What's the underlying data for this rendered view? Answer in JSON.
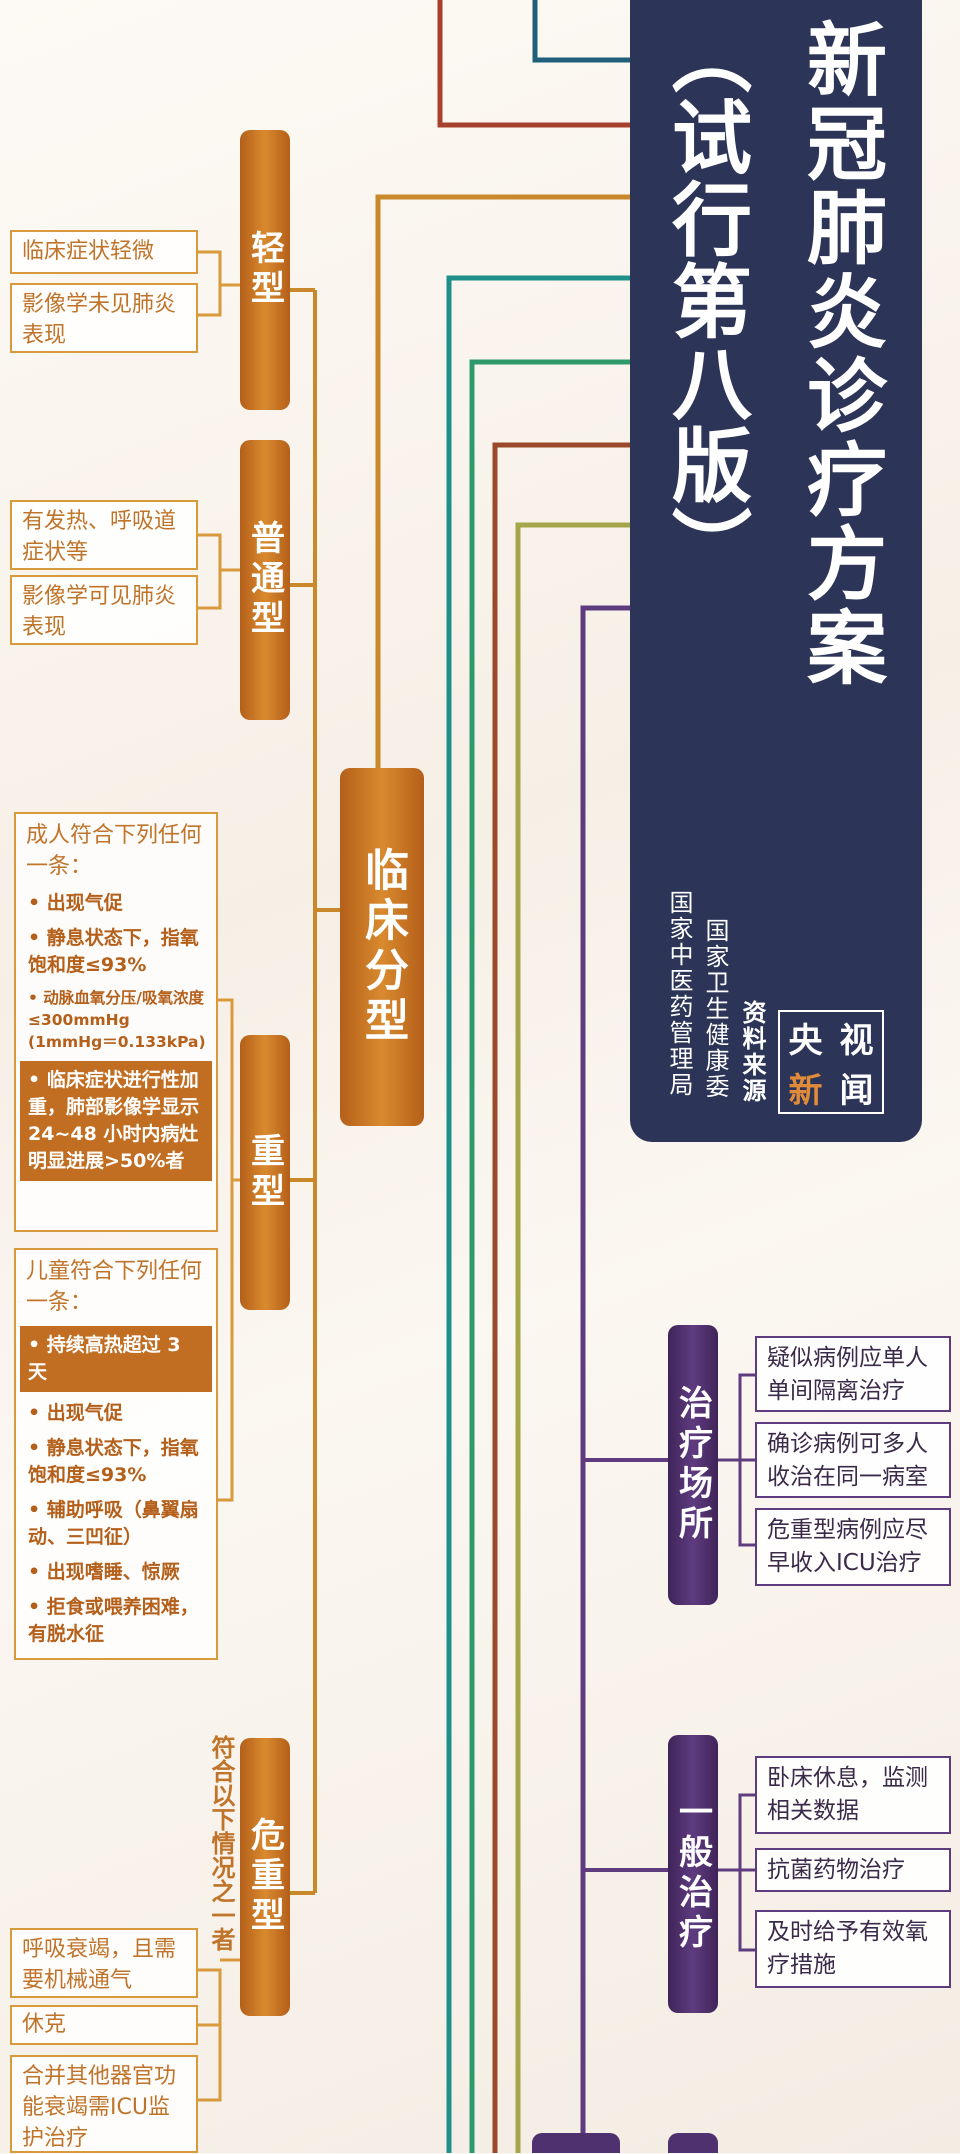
{
  "header": {
    "title": "新冠肺炎诊疗方案",
    "subtitle": "（试行第八版）",
    "source_label": "资料来源",
    "sources": [
      "国家卫生健康委",
      "国家中医药管理局"
    ],
    "logo": [
      "央",
      "视",
      "新",
      "闻"
    ]
  },
  "clinical": {
    "label": "临床分型",
    "mild": {
      "label": "轻型",
      "items": [
        "临床症状轻微",
        "影像学未见肺炎表现"
      ]
    },
    "common": {
      "label": "普通型",
      "items": [
        "有发热、呼吸道症状等",
        "影像学可见肺炎表现"
      ]
    },
    "severe": {
      "label": "重型",
      "adult_title": "成人符合下列任何一条：",
      "adult_items": [
        "• 出现气促",
        "• 静息状态下，指氧饱和度≤93%",
        "• 动脉血氧分压/吸氧浓度≤300mmHg (1mmHg＝0.133kPa)",
        "• 临床症状进行性加重，肺部影像学显示 24~48 小时内病灶明显进展>50%者"
      ],
      "child_title": "儿童符合下列任何一条：",
      "child_items": [
        "• 持续高热超过 3 天",
        "• 出现气促",
        "• 静息状态下，指氧饱和度≤93%",
        "• 辅助呼吸（鼻翼扇动、三凹征）",
        "• 出现嗜睡、惊厥",
        "• 拒食或喂养困难，有脱水征"
      ]
    },
    "critical": {
      "label": "危重型",
      "condition": "符合以下情况之一者",
      "items": [
        "呼吸衰竭，且需要机械通气",
        "休克",
        "合并其他器官功能衰竭需ICU监护治疗"
      ]
    }
  },
  "treatment": {
    "place": {
      "label": "治疗场所",
      "items": [
        "疑似病例应单人单间隔离治疗",
        "确诊病例可多人收治在同一病室",
        "危重型病例应尽早收入ICU治疗"
      ]
    },
    "general": {
      "label": "一般治疗",
      "items": [
        "卧床休息，监测相关数据",
        "抗菌药物治疗",
        "及时给予有效氧疗措施"
      ]
    }
  },
  "colors": {
    "orange": "#c9782a",
    "purple": "#4f3170",
    "navy": "#2c3558",
    "teal": "#1f8f8a",
    "olive": "#a5a64a",
    "red": "#a8402e",
    "brown": "#9a4a2a"
  }
}
